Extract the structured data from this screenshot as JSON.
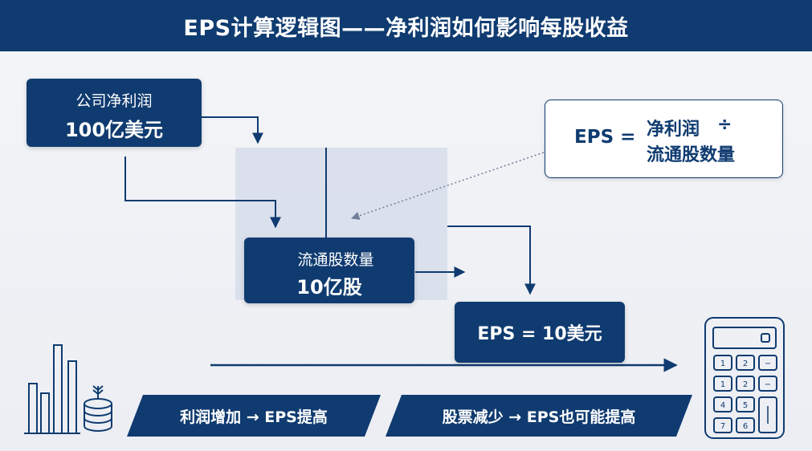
{
  "header": {
    "title": "EPS计算逻辑图——净利润如何影响每股收益"
  },
  "boxes": {
    "net_profit": {
      "label": "公司净利润",
      "value": "100亿美元"
    },
    "shares": {
      "label": "流通股数量",
      "value": "10亿股"
    },
    "eps": {
      "value": "EPS = 10美元"
    }
  },
  "formula": {
    "lhs": "EPS =",
    "numerator": "净利润",
    "operator": "÷",
    "denominator": "流通股数量"
  },
  "banners": {
    "left": "利润增加 → EPS提高",
    "right": "股票减少 → EPS也可能提高"
  },
  "calculator": {
    "keys": [
      "1",
      "2",
      "−",
      "1",
      "2",
      "−",
      "4",
      "5",
      "",
      "7",
      "6",
      ""
    ]
  },
  "colors": {
    "navy": "#0f3b70",
    "background": "#f0f2f6",
    "shade": "#c8d2e4"
  }
}
